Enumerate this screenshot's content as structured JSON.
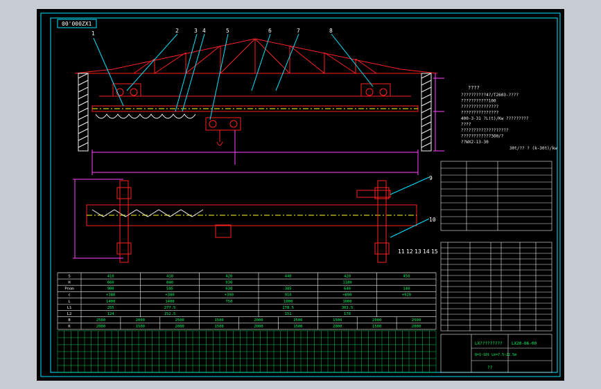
{
  "drawing": {
    "mirrored_code": "00'000ZX1",
    "balloons": [
      "1",
      "2",
      "3",
      "4",
      "5",
      "6",
      "7",
      "8",
      "9",
      "10",
      "11",
      "12",
      "13",
      "14",
      "15"
    ],
    "notes_title": "????",
    "notes_lines": [
      "??????????4?/T2603-????",
      "???????????100",
      "???????????????",
      "???????????????",
      "400-3-31  ?L(t)/Kw ?????????",
      "????",
      "???????????????????",
      "????????????300/?",
      "??WX2-13-30"
    ],
    "spec_caption": "30t/?? ? (k-30t)/kw",
    "title_block": {
      "name": "LX?????????",
      "code": "LX20-06-00",
      "sub": "Q=1~10t  Lk=7.5~22.5m",
      "bottom": "??"
    },
    "colors": {
      "frame": "#00e5ff",
      "structure": "#ff2020",
      "hatch": "#f2f2f2",
      "text": "#00ff66",
      "dimension": "#ff44ff",
      "centerline": "#ffff00"
    }
  },
  "param_table": {
    "row_labels": [
      "S",
      "H",
      "Pnom",
      "c",
      "L",
      "L1",
      "L2",
      "B",
      "K"
    ],
    "rows": [
      [
        "410",
        "410",
        "420",
        "440",
        "420",
        "450"
      ],
      [
        "660",
        "840",
        "930",
        "",
        "1180",
        ""
      ],
      [
        "900",
        "595",
        "630",
        "385",
        "640",
        "140"
      ],
      [
        "+380",
        "+380",
        "+390",
        "910",
        "+890",
        "+920"
      ],
      [
        "1400",
        "1400",
        "750",
        "1000",
        "1000",
        ""
      ],
      [
        "255",
        "277.5",
        "",
        "278.5",
        "301.5",
        ""
      ],
      [
        "124",
        "152.5",
        "",
        "151",
        "170",
        ""
      ],
      [
        "2500",
        "2000",
        "2500",
        "1500",
        "2000",
        "2500",
        "1500",
        "2000",
        "2500"
      ],
      [
        "2000",
        "1500",
        "2000",
        "1500",
        "2000",
        "1500",
        "2000",
        "1500",
        "2000"
      ]
    ]
  }
}
